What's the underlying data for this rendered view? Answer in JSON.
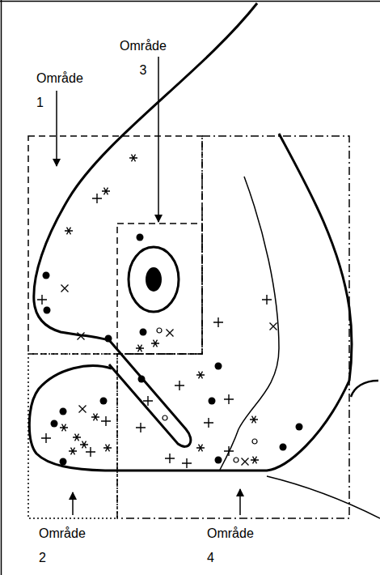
{
  "diagram": {
    "labels": [
      "Område 3",
      "Område 1",
      "Område 2",
      "Område 4"
    ]
  }
}
